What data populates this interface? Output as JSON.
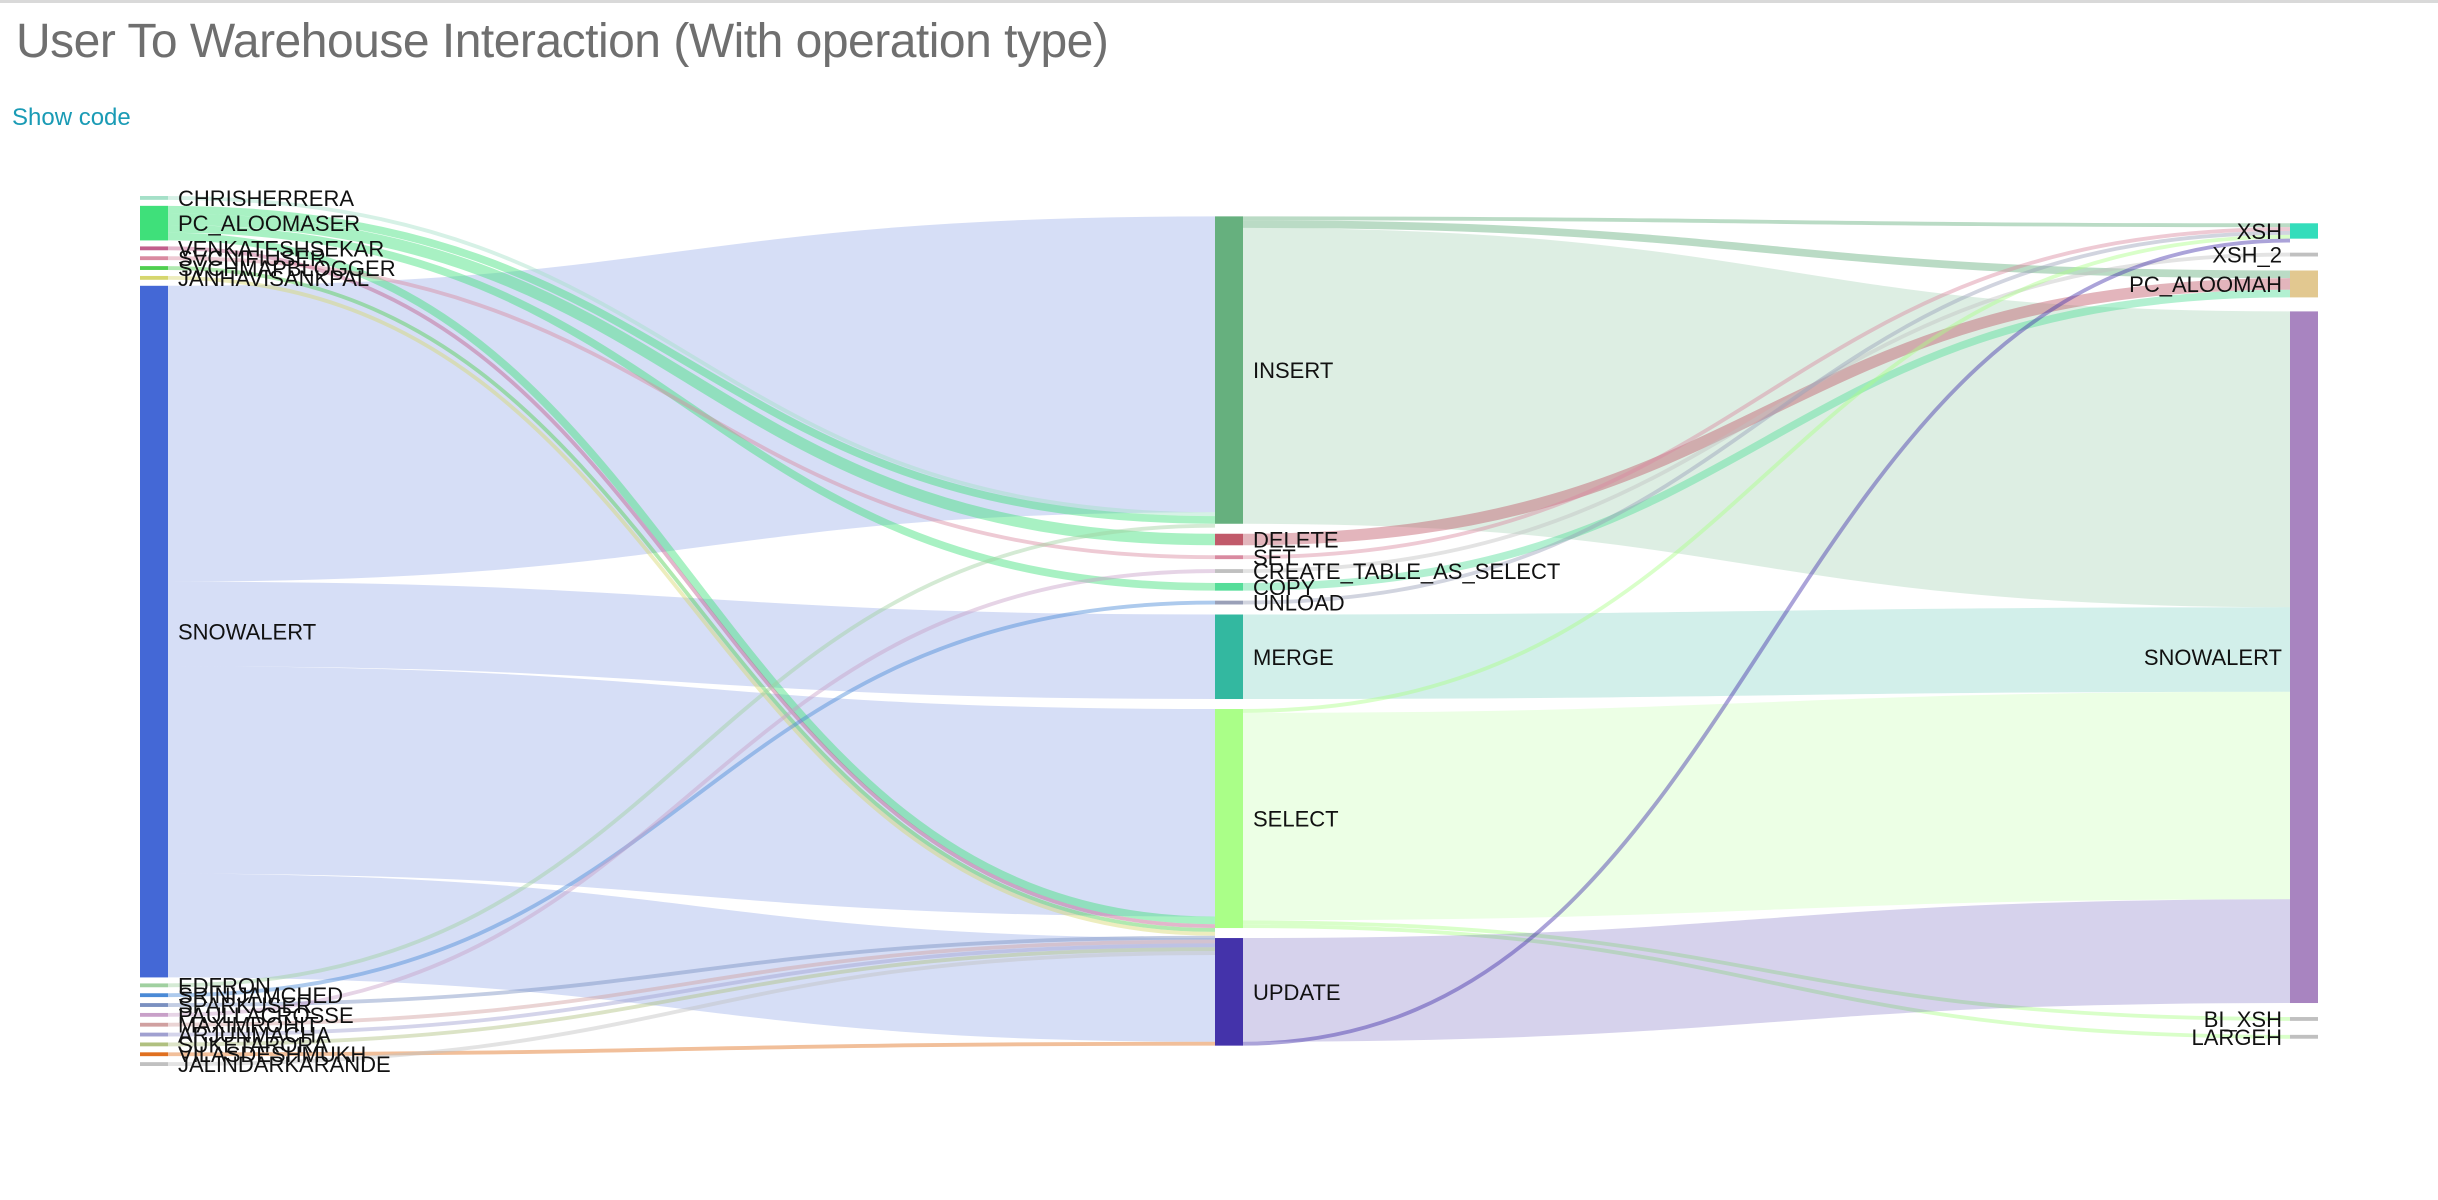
{
  "page": {
    "title": "User To Warehouse Interaction (With operation type)",
    "show_code": "Show code"
  },
  "chart_data": {
    "type": "sankey",
    "columns": [
      {
        "name": "users",
        "nodes": [
          {
            "label": "CHRISHERRERA",
            "value": 1,
            "color": "#a5e0c8"
          },
          {
            "label": "PC_ALOOMASER",
            "value": 9,
            "color": "#3fe07a"
          },
          {
            "label": "VENKATESHSEKAR",
            "value": 1,
            "color": "#c25e8c"
          },
          {
            "label": "SVCNIFIUSER",
            "value": 1,
            "color": "#d98aa0"
          },
          {
            "label": "SVCHMAPBLOGGER",
            "value": 1,
            "color": "#4fcf4f"
          },
          {
            "label": "JANHAVISANKPAL",
            "value": 1,
            "color": "#d6d66e"
          },
          {
            "label": "SNOWALERT",
            "value": 180,
            "color": "#4468d6"
          },
          {
            "label": "EDFRON",
            "value": 1,
            "color": "#a0d0a0"
          },
          {
            "label": "SRINIJAMCHED",
            "value": 1,
            "color": "#4a8ad6"
          },
          {
            "label": "SPARKUSER",
            "value": 1,
            "color": "#7a90c0"
          },
          {
            "label": "PAULLACROSSE",
            "value": 1,
            "color": "#c8a0c8"
          },
          {
            "label": "MAXIMROHIT",
            "value": 1,
            "color": "#d0a0a0"
          },
          {
            "label": "ARJUNMACHA",
            "value": 1,
            "color": "#a0a0d0"
          },
          {
            "label": "SUKETARORA",
            "value": 1,
            "color": "#b0c080"
          },
          {
            "label": "VILASDESHMUKH",
            "value": 1,
            "color": "#e07020"
          },
          {
            "label": "JALINDARKARANDE",
            "value": 1,
            "color": "#c0c0c0"
          }
        ]
      },
      {
        "name": "operations",
        "nodes": [
          {
            "label": "INSERT",
            "value": 80,
            "color": "#66b07e"
          },
          {
            "label": "DELETE",
            "value": 3,
            "color": "#c15a6a"
          },
          {
            "label": "SET",
            "value": 1,
            "color": "#d98aa0"
          },
          {
            "label": "CREATE_TABLE_AS_SELECT",
            "value": 1,
            "color": "#c0c0c0"
          },
          {
            "label": "COPY",
            "value": 2,
            "color": "#55dd99"
          },
          {
            "label": "UNLOAD",
            "value": 1,
            "color": "#9aa0b8"
          },
          {
            "label": "MERGE",
            "value": 22,
            "color": "#33b8a0"
          },
          {
            "label": "SELECT",
            "value": 57,
            "color": "#aaff88"
          },
          {
            "label": "UPDATE",
            "value": 28,
            "color": "#4433aa"
          }
        ]
      },
      {
        "name": "warehouses",
        "nodes": [
          {
            "label": "XSH",
            "value": 4,
            "color": "#33ddbb"
          },
          {
            "label": "XSH_2",
            "value": 1,
            "color": "#c0c0c0"
          },
          {
            "label": "PC_ALOOMAH",
            "value": 7,
            "color": "#e2c890"
          },
          {
            "label": "SNOWALERT",
            "value": 180,
            "color": "#a884c0"
          },
          {
            "label": "BI_XSH",
            "value": 1,
            "color": "#c0c0c0"
          },
          {
            "label": "LARGEH",
            "value": 1,
            "color": "#c0c0c0"
          }
        ]
      }
    ],
    "links": [
      {
        "source": "SNOWALERT",
        "target": "INSERT",
        "value": 77
      },
      {
        "source": "SNOWALERT",
        "target": "MERGE",
        "value": 22
      },
      {
        "source": "SNOWALERT",
        "target": "SELECT",
        "value": 54
      },
      {
        "source": "SNOWALERT",
        "target": "UPDATE",
        "value": 27
      },
      {
        "source": "CHRISHERRERA",
        "target": "INSERT",
        "value": 1
      },
      {
        "source": "PC_ALOOMASER",
        "target": "INSERT",
        "value": 2
      },
      {
        "source": "PC_ALOOMASER",
        "target": "DELETE",
        "value": 3
      },
      {
        "source": "PC_ALOOMASER",
        "target": "COPY",
        "value": 2
      },
      {
        "source": "PC_ALOOMASER",
        "target": "SELECT",
        "value": 2
      },
      {
        "source": "VENKATESHSEKAR",
        "target": "SELECT",
        "value": 1
      },
      {
        "source": "SVCNIFIUSER",
        "target": "SET",
        "value": 1
      },
      {
        "source": "SVCHMAPBLOGGER",
        "target": "SELECT",
        "value": 1
      },
      {
        "source": "JANHAVISANKPAL",
        "target": "SELECT",
        "value": 1
      },
      {
        "source": "EDFRON",
        "target": "INSERT",
        "value": 1
      },
      {
        "source": "SRINIJAMCHED",
        "target": "UNLOAD",
        "value": 1
      },
      {
        "source": "SPARKUSER",
        "target": "SELECT",
        "value": 1
      },
      {
        "source": "PAULLACROSSE",
        "target": "CREATE_TABLE_AS_SELECT",
        "value": 1
      },
      {
        "source": "MAXIMROHIT",
        "target": "SELECT",
        "value": 1
      },
      {
        "source": "ARJUNMACHA",
        "target": "SELECT",
        "value": 1
      },
      {
        "source": "SUKETARORA",
        "target": "SELECT",
        "value": 1
      },
      {
        "source": "VILASDESHMUKH",
        "target": "UPDATE",
        "value": 1
      },
      {
        "source": "JALINDARKARANDE",
        "target": "SELECT",
        "value": 1
      },
      {
        "source": "INSERT",
        "target": "XSH",
        "value": 1
      },
      {
        "source": "INSERT",
        "target": "PC_ALOOMAH",
        "value": 2
      },
      {
        "source": "INSERT",
        "target": "SNOWALERT",
        "value": 77
      },
      {
        "source": "DELETE",
        "target": "PC_ALOOMAH",
        "value": 3
      },
      {
        "source": "SET",
        "target": "XSH",
        "value": 1
      },
      {
        "source": "CREATE_TABLE_AS_SELECT",
        "target": "XSH_2",
        "value": 1
      },
      {
        "source": "COPY",
        "target": "PC_ALOOMAH",
        "value": 2
      },
      {
        "source": "UNLOAD",
        "target": "XSH",
        "value": 1
      },
      {
        "source": "MERGE",
        "target": "SNOWALERT",
        "value": 22
      },
      {
        "source": "SELECT",
        "target": "XSH",
        "value": 1
      },
      {
        "source": "SELECT",
        "target": "SNOWALERT",
        "value": 54
      },
      {
        "source": "SELECT",
        "target": "BI_XSH",
        "value": 1
      },
      {
        "source": "SELECT",
        "target": "LARGEH",
        "value": 1
      },
      {
        "source": "UPDATE",
        "target": "SNOWALERT",
        "value": 27
      },
      {
        "source": "UPDATE",
        "target": "XSH",
        "value": 1
      }
    ]
  }
}
